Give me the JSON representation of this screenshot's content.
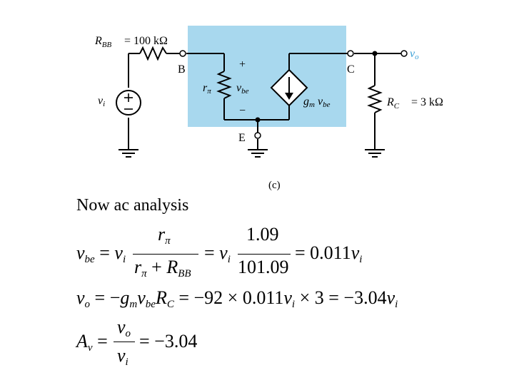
{
  "circuit": {
    "rbb_label": "R",
    "rbb_sub": "BB",
    "rbb_value": "= 100 kΩ",
    "node_b": "B",
    "node_c": "C",
    "node_e": "E",
    "plus_sign": "+",
    "minus_sign": "−",
    "rpi_label": "r",
    "rpi_sub": "π",
    "vbe_label": "v",
    "vbe_sub": "be",
    "gm_label": "g",
    "gm_sub": "m",
    "gm_vbe": "v",
    "gm_vbe_sub": "be",
    "vi_label": "v",
    "vi_sub": "i",
    "vo_label": "v",
    "vo_sub": "o",
    "rc_label": "R",
    "rc_sub": "C",
    "rc_value": "= 3 kΩ",
    "caption": "(c)",
    "colors": {
      "highlight": "#a8d8ee",
      "vo_text": "#3a9fd6",
      "wire": "#000000"
    }
  },
  "heading": "Now ac analysis",
  "equations": {
    "eq1": {
      "lhs_v": "v",
      "lhs_sub": "be",
      "eq1": "=",
      "vi": "v",
      "vi_sub": "i",
      "num_r": "r",
      "num_r_sub": "π",
      "den_r": "r",
      "den_r_sub": "π",
      "den_plus": "+",
      "den_R": "R",
      "den_R_sub": "BB",
      "eq2": "=",
      "vi2": "v",
      "vi2_sub": "i",
      "num2": "1.09",
      "den2": "101.09",
      "eq3": "=",
      "result": "0.011",
      "res_v": "v",
      "res_sub": "i"
    },
    "eq2": {
      "vo": "v",
      "vo_sub": "o",
      "rhs": "= −",
      "g": "g",
      "g_sub": "m",
      "v": "v",
      "v_sub": "be",
      "R": "R",
      "R_sub": "C",
      "mid": "= −92 × 0.011",
      "vi": "v",
      "vi_sub": "i",
      "times": "× 3 = −3.04",
      "vi2": "v",
      "vi2_sub": "i"
    },
    "eq3": {
      "A": "A",
      "A_sub": "v",
      "eq": "=",
      "num": "v",
      "num_sub": "o",
      "den": "v",
      "den_sub": "i",
      "result": "= −3.04"
    }
  }
}
